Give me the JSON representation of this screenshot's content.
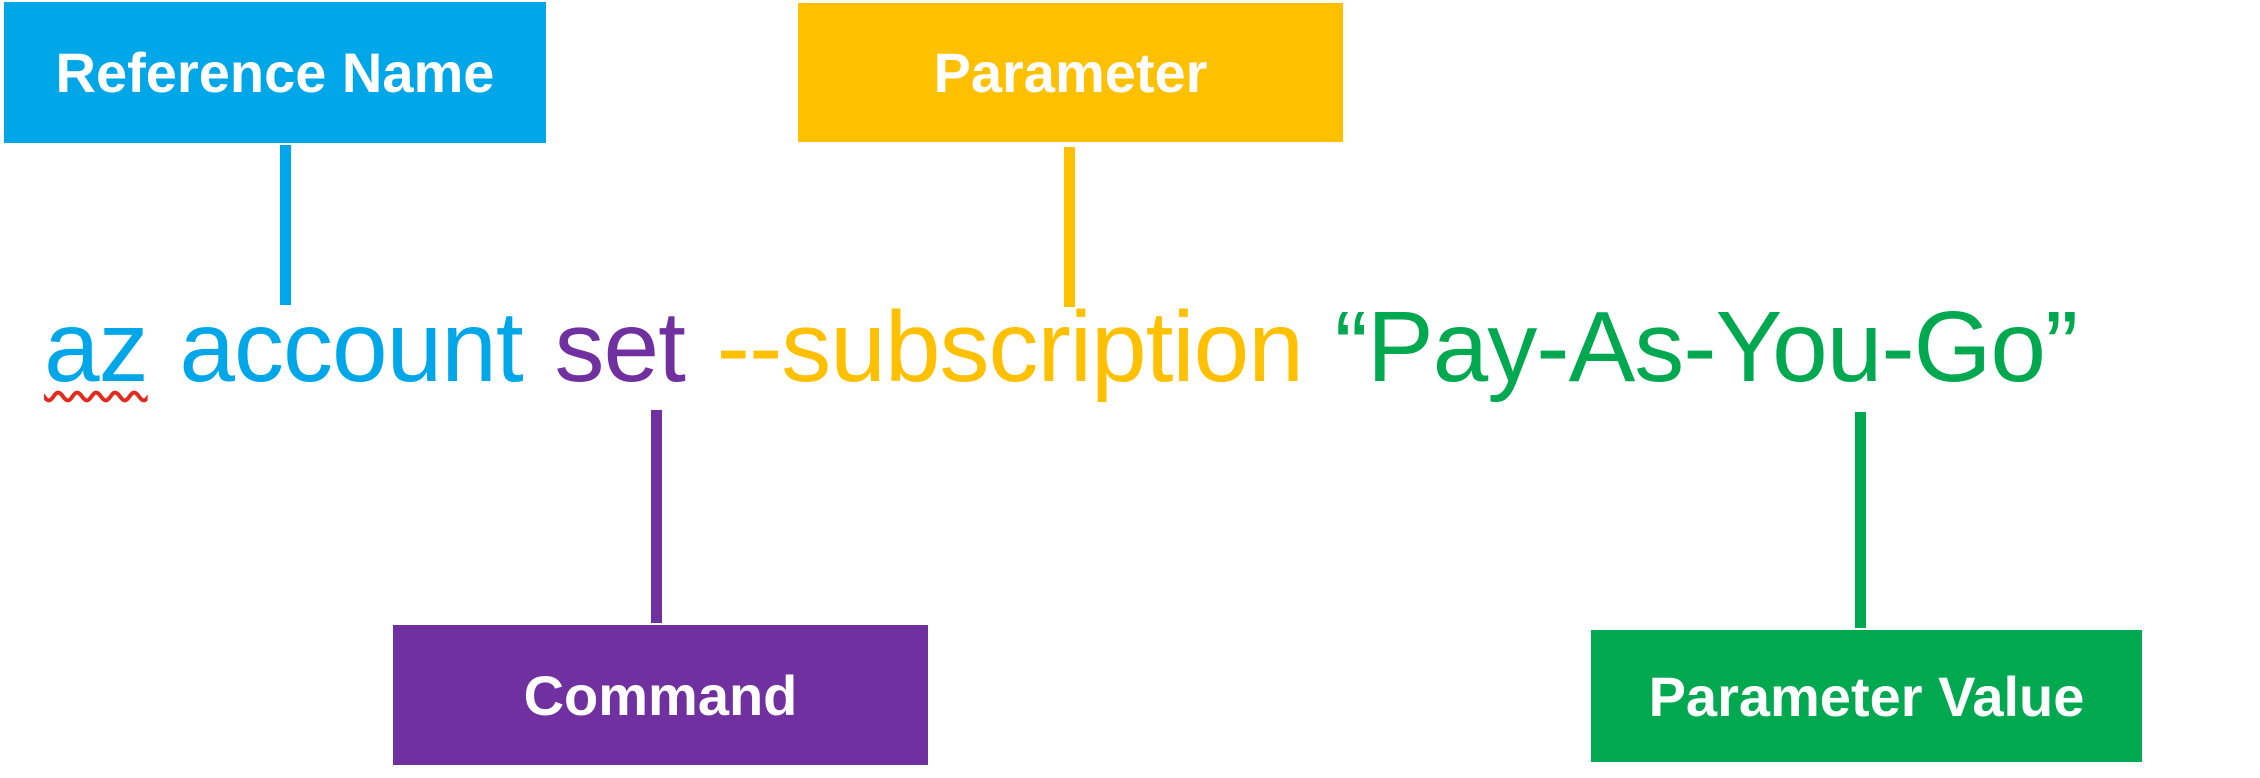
{
  "diagram": {
    "title_semantic": "Azure CLI command anatomy",
    "boxes": {
      "reference_name": {
        "label": "Reference Name",
        "color": "#00A7E8"
      },
      "parameter": {
        "label": "Parameter",
        "color": "#FFC000"
      },
      "command": {
        "label": "Command",
        "color": "#7030A0"
      },
      "parameter_value": {
        "label": "Parameter Value",
        "color": "#00A850"
      }
    },
    "command_line": {
      "full_text": "az account set --subscription “Pay-As-You-Go”",
      "tokens": {
        "reference_group": "az",
        "reference_sub": "account",
        "command": "set",
        "parameter": "--subscription",
        "parameter_value": "“Pay-As-You-Go”"
      },
      "spellcheck_underline_token": "az",
      "spellcheck_color": "#E02B1D"
    },
    "colors": {
      "blue": "#00A7E8",
      "yellow": "#FFC000",
      "purple": "#7030A0",
      "green": "#00A850",
      "text_on_box": "#FFFFFF",
      "background": "#FFFFFF"
    }
  }
}
